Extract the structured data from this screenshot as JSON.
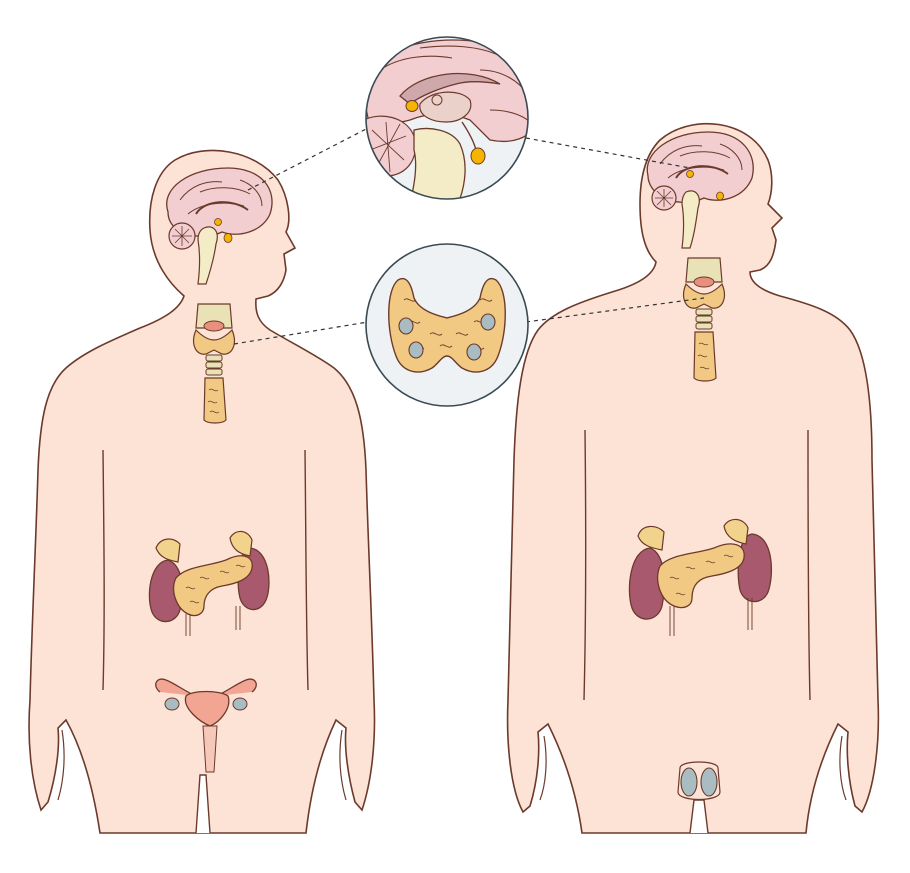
{
  "figure": {
    "description_text": "",
    "left_figure": "female",
    "right_figure": "male",
    "zoom_insets": [
      {
        "target": "brain",
        "glands": [
          "hypothalamus",
          "pituitary-gland"
        ]
      },
      {
        "target": "thyroid",
        "glands": [
          "parathyroid-glands"
        ]
      }
    ]
  },
  "colors": {
    "skin": "#fde3d5",
    "outline": "#6b3a2c",
    "brain": "#f2ced1",
    "brainstem": "#f3ecc6",
    "hypothalamus": "#f5b400",
    "thyroid": "#f2c982",
    "trachea": "#e8e2b6",
    "kidney": "#a8596d",
    "adrenal": "#f2d38c",
    "pancreas": "#f2c982",
    "uterus": "#f2a593",
    "testes": "#a9bcc2",
    "parathyroid": "#a9bcc2",
    "inset_bg": "#eef2f4"
  }
}
